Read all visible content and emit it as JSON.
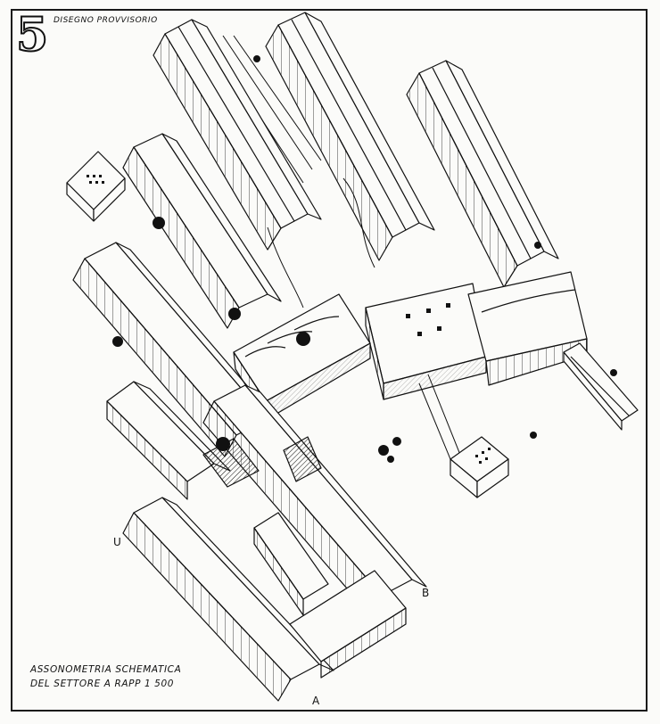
{
  "sheet": {
    "number": "5",
    "draft_note": "DISEGNO PROVVISORIO"
  },
  "caption": {
    "line1": "ASSONOMETRIA SCHEMATICA",
    "line2": "DEL SETTORE A   RAPP 1 500"
  },
  "labels": {
    "u": "U",
    "b": "B",
    "a": "A"
  },
  "colors": {
    "ink": "#111111",
    "paper": "#fbfbf9"
  }
}
